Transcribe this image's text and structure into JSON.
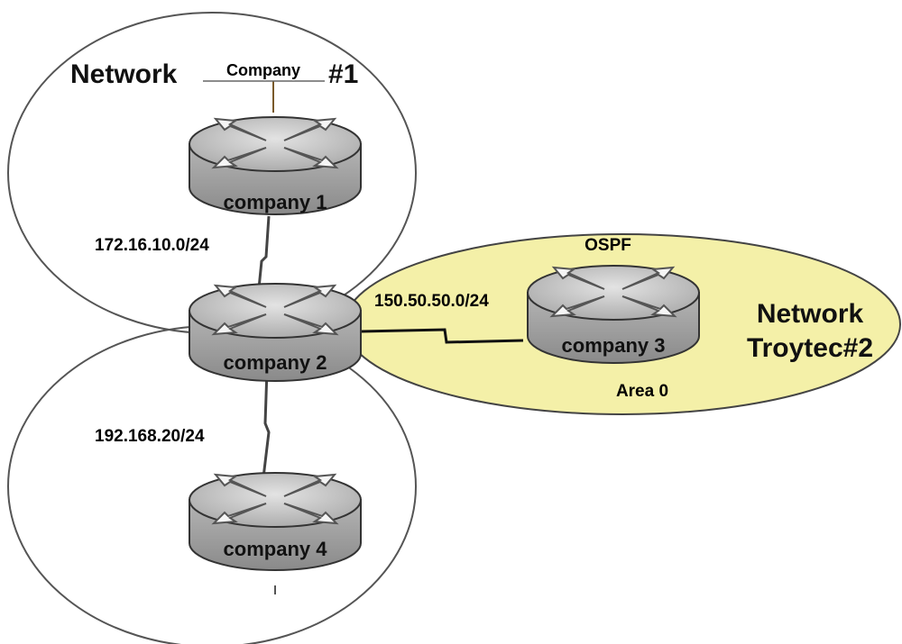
{
  "diagram": {
    "network1": {
      "prefix": "Network",
      "name": "Company",
      "suffix": "#1"
    },
    "network2": {
      "line1": "Network",
      "line2": "Troytec#2"
    },
    "ospf_area": {
      "protocol": "OSPF",
      "area": "Area 0"
    },
    "subnets": {
      "c1_c2": "172.16.10.0/24",
      "c2_c4": "192.168.20/24",
      "c2_c3": "150.50.50.0/24"
    },
    "routers": [
      {
        "id": "company1",
        "label": "company 1"
      },
      {
        "id": "company2",
        "label": "company 2"
      },
      {
        "id": "company3",
        "label": "company 3"
      },
      {
        "id": "company4",
        "label": "company 4"
      }
    ],
    "colors": {
      "ospf_fill": "#f4f0a8",
      "router_body": "#a9a9a9",
      "router_top": "#cfcfcf",
      "outline": "#222222"
    }
  }
}
